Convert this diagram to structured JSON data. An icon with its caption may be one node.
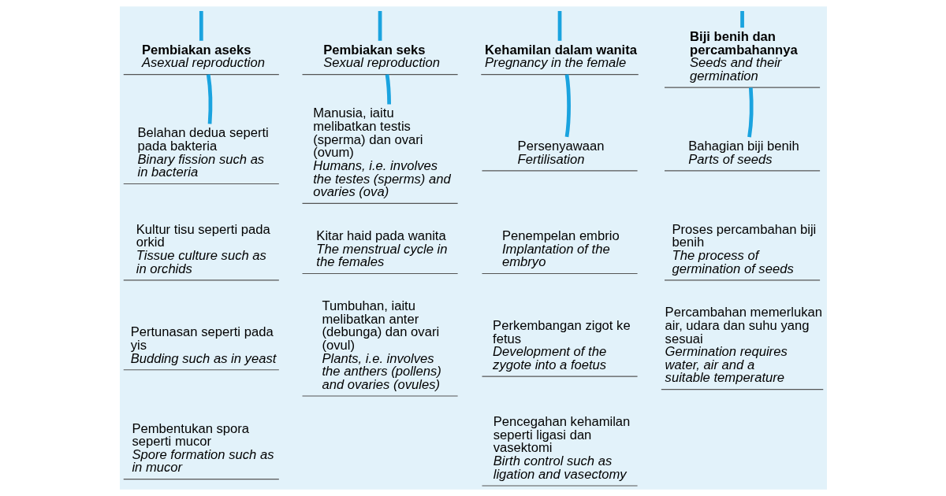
{
  "diagram": {
    "nodes": [
      {
        "text": [
          "Pembiakan aseks",
          "Asexual reproduction"
        ]
      },
      {
        "text": [
          "Belahan dedua seperti pada bakteria",
          "Binary fission such as in bacteria"
        ]
      },
      {
        "text": [
          "Kultur tisu seperti pada orkid",
          "Tissue culture such as in orchids"
        ]
      },
      {
        "text": [
          "Pertunasan seperti pada yis",
          "Budding such as in yeast"
        ]
      },
      {
        "text": [
          "Pembentukan spora seperti mucor",
          "Spore formation such as in mucor"
        ]
      },
      {
        "text": [
          "Pembiakan seks",
          "Sexual reproduction"
        ]
      },
      {
        "text": [
          "Manusia, iaitu melibatkan testis (sperma) dan ovari (ovum)",
          "Humans, i.e. involves the testes (sperms) and ovaries (ova)"
        ]
      },
      {
        "text": [
          "Kitar haid pada wanita",
          "The menstrual cycle in the females"
        ]
      },
      {
        "text": [
          "Tumbuhan, iaitu melibatkan anter (debunga) dan ovari (ovul)",
          "Plants, i.e. involves the anthers (pollens) and ovaries (ovules)"
        ]
      },
      {
        "text": [
          "Kehamilan dalam wanita",
          "Pregnancy in the female"
        ]
      },
      {
        "text": [
          "Persenyawaan",
          "Fertilisation"
        ]
      },
      {
        "text": [
          "Penempelan embrio",
          "Implantation of the embryo"
        ]
      },
      {
        "text": [
          "Perkembangan zigot ke fetus",
          "Development of the zygote into a foetus"
        ]
      },
      {
        "text": [
          "Pencegahan kehamilan seperti ligasi dan vasektomi",
          "Birth control such as ligation and vasectomy"
        ]
      },
      {
        "text": [
          "Biji benih dan percambahannya",
          "Seeds and their germination"
        ]
      },
      {
        "text": [
          "Bahagian biji benih",
          "Parts of seeds"
        ]
      },
      {
        "text": [
          "Proses percambahan biji benih",
          "The process of germination of seeds"
        ]
      },
      {
        "text": [
          "Percambahan memerlukan air, udara dan suhu yang sesuai",
          "Germination requires water, air and a suitable temperature"
        ]
      }
    ],
    "edges": [
      {
        "from": null,
        "to": 0,
        "arrow": "none"
      },
      {
        "from": null,
        "to": 5,
        "arrow": "none"
      },
      {
        "from": null,
        "to": 9,
        "arrow": "none"
      },
      {
        "from": null,
        "to": 14,
        "arrow": "none"
      },
      {
        "from": 0,
        "to": 1,
        "arrow": "none"
      },
      {
        "from": 5,
        "to": 6,
        "arrow": "none"
      },
      {
        "from": 9,
        "to": 10,
        "arrow": "none"
      },
      {
        "from": 14,
        "to": 15,
        "arrow": "none"
      }
    ]
  }
}
